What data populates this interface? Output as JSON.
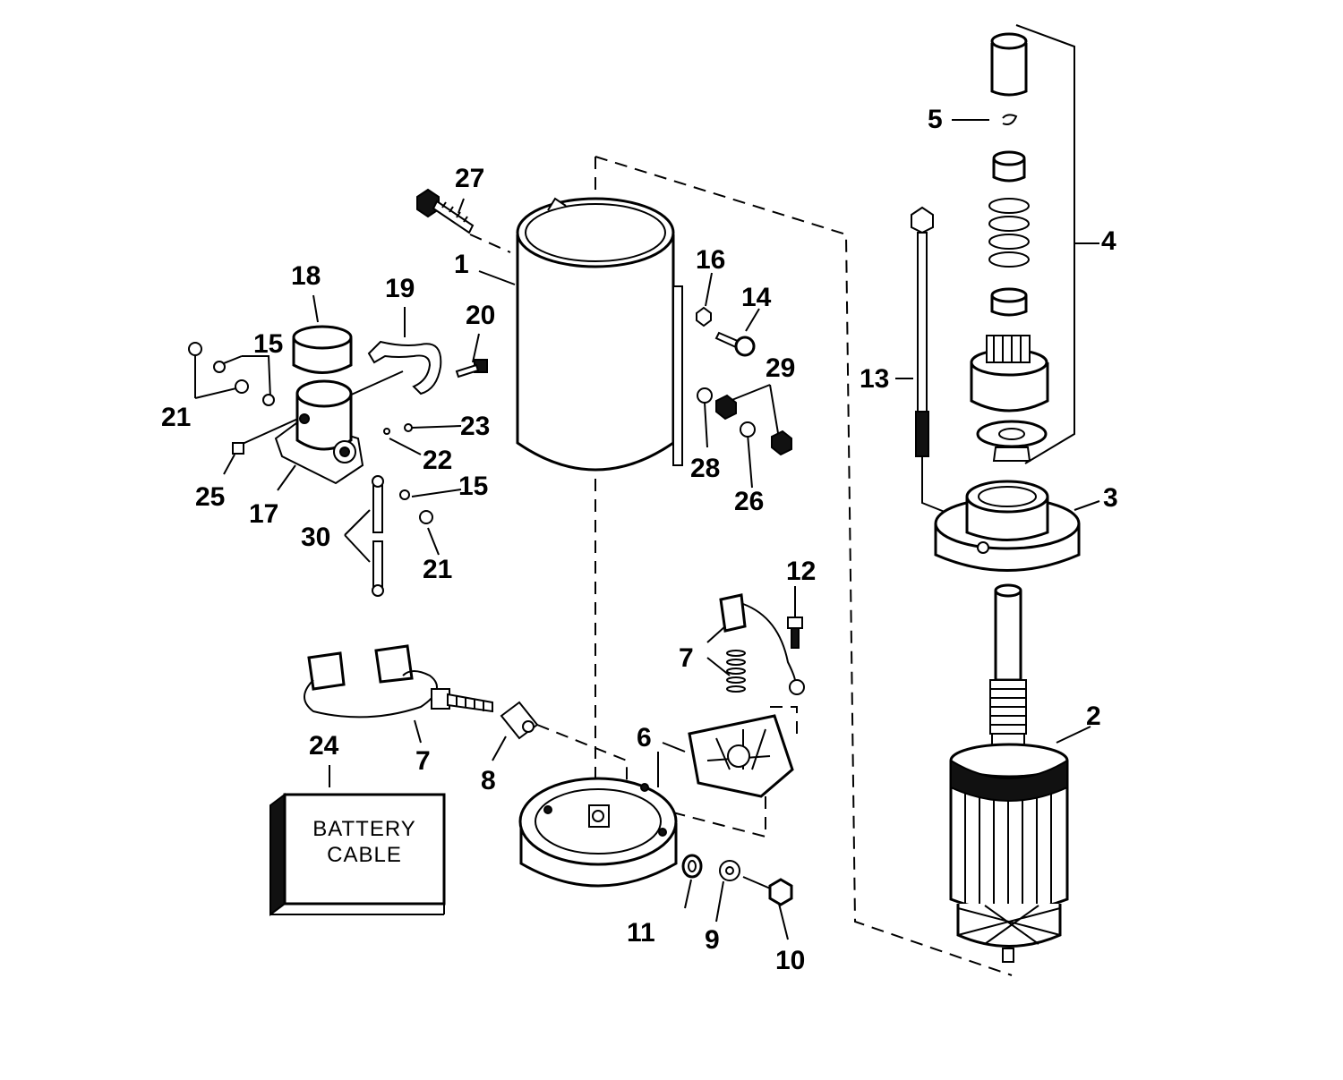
{
  "labels": {
    "l1": "1",
    "l2": "2",
    "l3": "3",
    "l4": "4",
    "l5": "5",
    "l6": "6",
    "l7a": "7",
    "l7b": "7",
    "l8": "8",
    "l9": "9",
    "l10": "10",
    "l11": "11",
    "l12": "12",
    "l13": "13",
    "l14": "14",
    "l15a": "15",
    "l15b": "15",
    "l16": "16",
    "l17": "17",
    "l18": "18",
    "l19": "19",
    "l20": "20",
    "l21a": "21",
    "l21b": "21",
    "l22": "22",
    "l23": "23",
    "l24": "24",
    "l25": "25",
    "l26": "26",
    "l27": "27",
    "l28": "28",
    "l29": "29",
    "l30": "30"
  },
  "battery_box": {
    "line1": "BATTERY",
    "line2": "CABLE"
  }
}
